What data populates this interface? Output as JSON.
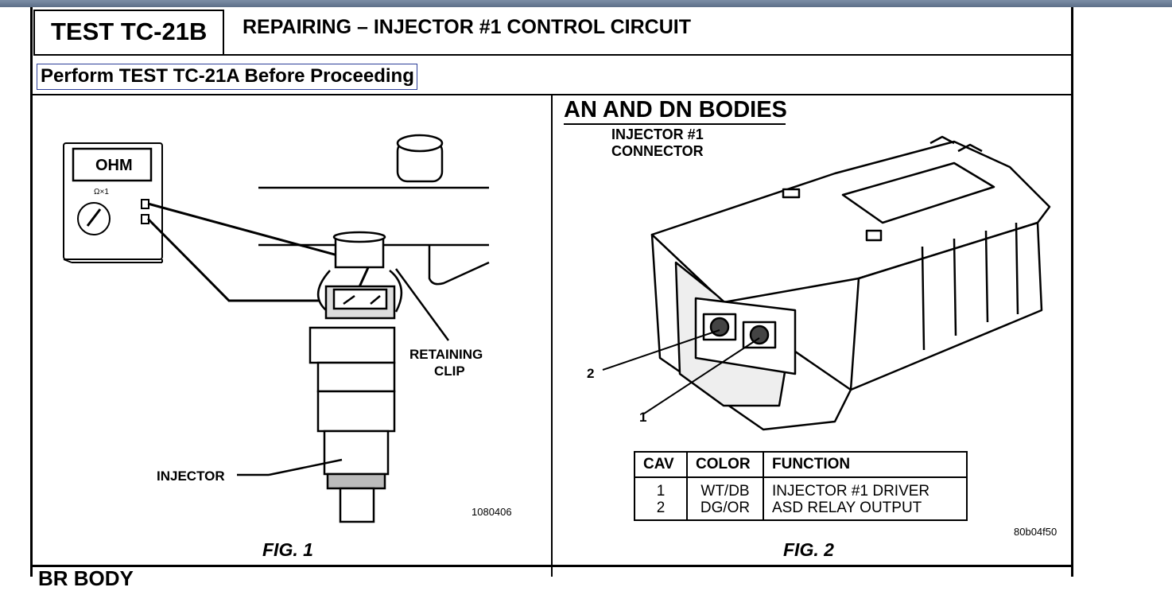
{
  "header": {
    "test_id": "TEST TC-21B",
    "title": "REPAIRING – INJECTOR #1 CONTROL CIRCUIT",
    "prerequisite": "Perform TEST TC-21A Before Proceeding"
  },
  "fig1": {
    "meter_display": "OHM",
    "meter_range": "Ω×1",
    "label_clip_1": "RETAINING",
    "label_clip_2": "CLIP",
    "label_injector": "INJECTOR",
    "code": "1080406",
    "caption": "FIG. 1"
  },
  "fig2": {
    "heading": "AN AND DN BODIES",
    "connector_1": "INJECTOR #1",
    "connector_2": "CONNECTOR",
    "pin_2": "2",
    "pin_1": "1",
    "code": "80b04f50",
    "caption": "FIG. 2",
    "table": {
      "headers": [
        "CAV",
        "COLOR",
        "FUNCTION"
      ],
      "rows": [
        {
          "cav": "1",
          "color": "WT/DB",
          "function": "INJECTOR #1 DRIVER"
        },
        {
          "cav": "2",
          "color": "DG/OR",
          "function": "ASD RELAY OUTPUT"
        }
      ]
    }
  },
  "footer": {
    "next_section": "BR BODY"
  }
}
